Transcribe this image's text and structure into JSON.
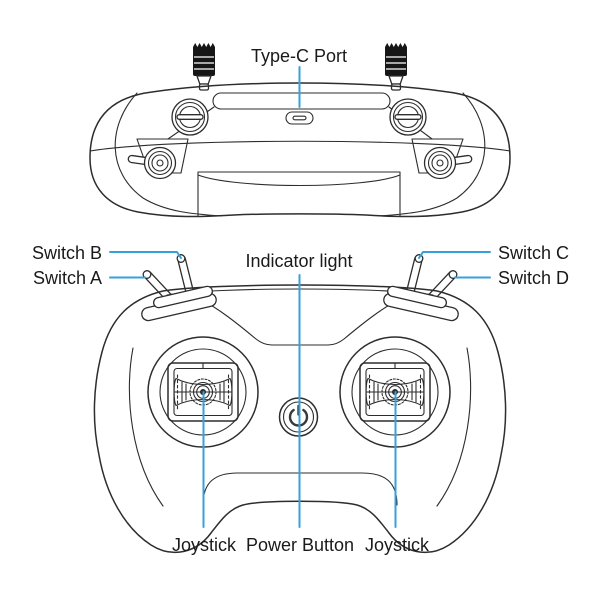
{
  "page": {
    "description": "Line-art instruction diagram of a remote controller, top/back view above and front view below",
    "background_color": "#ffffff"
  },
  "colors": {
    "line_art": "#2d2d2d",
    "leader_line": "#36a1db",
    "label_text": "#1a1a1a",
    "antenna_fill": "#161616"
  },
  "top_view": {
    "name": "Controller top (back) view",
    "labels": {
      "type_c_port": "Type-C Port"
    }
  },
  "front_view": {
    "name": "Controller front view",
    "labels": {
      "switch_b": "Switch B",
      "switch_a": "Switch A",
      "indicator_light": "Indicator light",
      "switch_c": "Switch C",
      "switch_d": "Switch D",
      "joystick_left": "Joystick",
      "power_button": "Power Button",
      "joystick_right": "Joystick"
    }
  }
}
